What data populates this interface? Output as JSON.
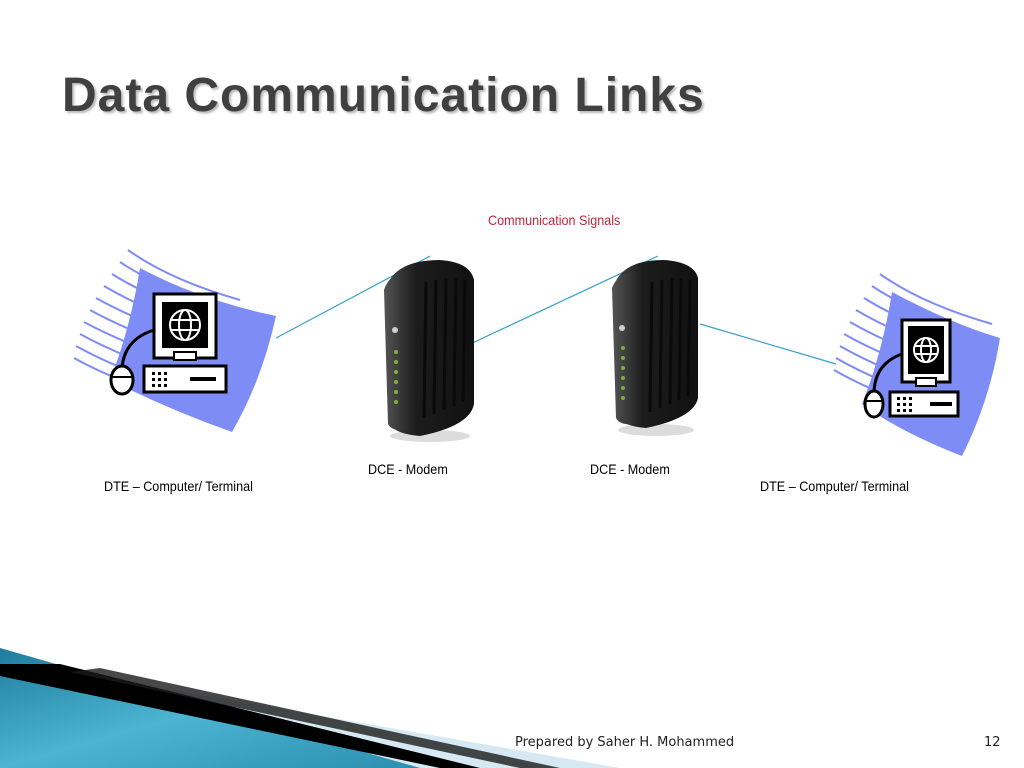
{
  "slide": {
    "title": "Data Communication Links",
    "signal_label": "Communication Signals",
    "left_terminal_label": "DTE – Computer/ Terminal",
    "left_modem_label": "DCE - Modem",
    "right_modem_label": "DCE - Modem",
    "right_terminal_label": "DTE – Computer/ Terminal"
  },
  "footer": {
    "author": "Prepared by Saher H. Mohammed",
    "page_number": "12"
  },
  "colors": {
    "title": "#404040",
    "signal_label": "#c0283a",
    "signal_line": "#3aa0c8",
    "clipart_fan": "#7e8cf5",
    "modem_body": "#222222",
    "footer_band": "#3a9fbd"
  },
  "icons": [
    "globe-icon",
    "computer-icon",
    "mouse-icon",
    "modem-icon"
  ]
}
